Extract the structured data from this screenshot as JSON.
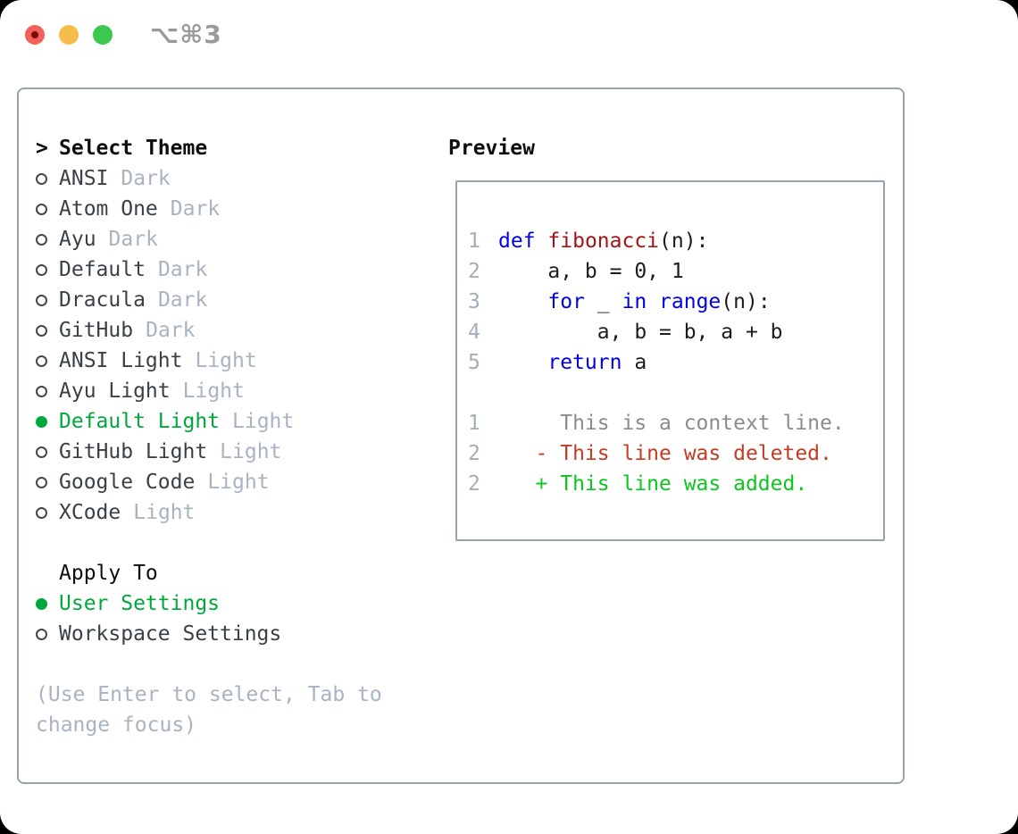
{
  "titlebar": {
    "shortcut": "⌥⌘3",
    "traffic_lights": [
      "close",
      "minimize",
      "zoom"
    ]
  },
  "theme_picker": {
    "prompt_prefix": ">",
    "title": "Select Theme",
    "items": [
      {
        "name": "ANSI",
        "variant": "Dark",
        "selected": false
      },
      {
        "name": "Atom One",
        "variant": "Dark",
        "selected": false
      },
      {
        "name": "Ayu",
        "variant": "Dark",
        "selected": false
      },
      {
        "name": "Default",
        "variant": "Dark",
        "selected": false
      },
      {
        "name": "Dracula",
        "variant": "Dark",
        "selected": false
      },
      {
        "name": "GitHub",
        "variant": "Dark",
        "selected": false
      },
      {
        "name": "ANSI Light",
        "variant": "Light",
        "selected": false
      },
      {
        "name": "Ayu Light",
        "variant": "Light",
        "selected": false
      },
      {
        "name": "Default Light",
        "variant": "Light",
        "selected": true
      },
      {
        "name": "GitHub Light",
        "variant": "Light",
        "selected": false
      },
      {
        "name": "Google Code",
        "variant": "Light",
        "selected": false
      },
      {
        "name": "XCode",
        "variant": "Light",
        "selected": false
      }
    ]
  },
  "apply_to": {
    "title": "Apply To",
    "options": [
      {
        "label": "User Settings",
        "selected": true
      },
      {
        "label": "Workspace Settings",
        "selected": false
      }
    ]
  },
  "hint": "(Use Enter to select, Tab to change focus)",
  "preview": {
    "title": "Preview",
    "code_lines": [
      {
        "num": "1",
        "tokens": [
          {
            "text": "def",
            "type": "keyword"
          },
          {
            "text": " "
          },
          {
            "text": "fibonacci",
            "type": "function"
          },
          {
            "text": "(n):"
          }
        ]
      },
      {
        "num": "2",
        "tokens": [
          {
            "text": "    a, b = 0, 1"
          }
        ]
      },
      {
        "num": "3",
        "tokens": [
          {
            "text": "    "
          },
          {
            "text": "for",
            "type": "keyword"
          },
          {
            "text": " _ "
          },
          {
            "text": "in",
            "type": "keyword"
          },
          {
            "text": " "
          },
          {
            "text": "range",
            "type": "keyword"
          },
          {
            "text": "(n):"
          }
        ]
      },
      {
        "num": "4",
        "tokens": [
          {
            "text": "        a, b = b, a + b"
          }
        ]
      },
      {
        "num": "5",
        "tokens": [
          {
            "text": "    "
          },
          {
            "text": "return",
            "type": "keyword"
          },
          {
            "text": " a"
          }
        ]
      }
    ],
    "diff_lines": [
      {
        "num": "1",
        "kind": "context",
        "text": "     This is a context line."
      },
      {
        "num": "2",
        "kind": "deleted",
        "text": "   - This line was deleted."
      },
      {
        "num": "2",
        "kind": "added",
        "text": "   + This line was added."
      }
    ]
  },
  "colors": {
    "accent-green": "#00a83c",
    "keyword": "#0000e8",
    "function": "#a31515",
    "code-default": "#1c1c1c",
    "line-number": "#a3aebc",
    "diff-context": "#8b8b8b",
    "diff-deleted": "#c63a24",
    "diff-added": "#0cc71e",
    "muted": "#a9b3c1",
    "text-dark": "#3a4047",
    "title": "#0d0d0d",
    "border": "#99a3ad",
    "traffic-red": "#f1605a",
    "traffic-red-dot": "#770f00",
    "traffic-yellow": "#f7bd4a",
    "traffic-green": "#3bc84f",
    "shortcut": "#9a9a9a"
  }
}
